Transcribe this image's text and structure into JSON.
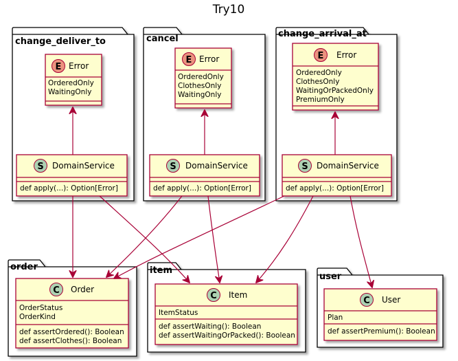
{
  "title": "Try10",
  "packages": {
    "change_deliver_to": {
      "name": "change_deliver_to",
      "error": {
        "letter": "E",
        "name": "Error",
        "values": [
          "OrderedOnly",
          "WaitingOnly"
        ]
      },
      "service": {
        "letter": "S",
        "name": "DomainService",
        "method": "def apply(...): Option[Error]"
      }
    },
    "cancel": {
      "name": "cancel",
      "error": {
        "letter": "E",
        "name": "Error",
        "values": [
          "OrderedOnly",
          "ClothesOnly",
          "WaitingOnly"
        ]
      },
      "service": {
        "letter": "S",
        "name": "DomainService",
        "method": "def apply(...): Option[Error]"
      }
    },
    "change_arrival_at": {
      "name": "change_arrival_at",
      "error": {
        "letter": "E",
        "name": "Error",
        "values": [
          "OrderedOnly",
          "ClothesOnly",
          "WaitingOrPackedOnly",
          "PremiumOnly"
        ]
      },
      "service": {
        "letter": "S",
        "name": "DomainService",
        "method": "def apply(...): Option[Error]"
      }
    },
    "order": {
      "name": "order",
      "cls": {
        "letter": "C",
        "name": "Order",
        "fields": [
          "OrderStatus",
          "OrderKind"
        ],
        "methods": [
          "def assertOrdered(): Boolean",
          "def assertClothes(): Boolean"
        ]
      }
    },
    "item": {
      "name": "item",
      "cls": {
        "letter": "C",
        "name": "Item",
        "fields": [
          "ItemStatus"
        ],
        "methods": [
          "def assertWaiting(): Boolean",
          "def assertWaitingOrPacked(): Boolean"
        ]
      }
    },
    "user": {
      "name": "user",
      "cls": {
        "letter": "C",
        "name": "User",
        "fields": [
          "Plan"
        ],
        "methods": [
          "def assertPremium(): Boolean"
        ]
      }
    }
  },
  "colors": {
    "class_fill": "#FEFECE",
    "class_border": "#A80036",
    "arrow": "#A80036",
    "enum_circle": "#EB937F",
    "service_circle": "#ADD1B2",
    "class_circle": "#ADD1B2"
  }
}
